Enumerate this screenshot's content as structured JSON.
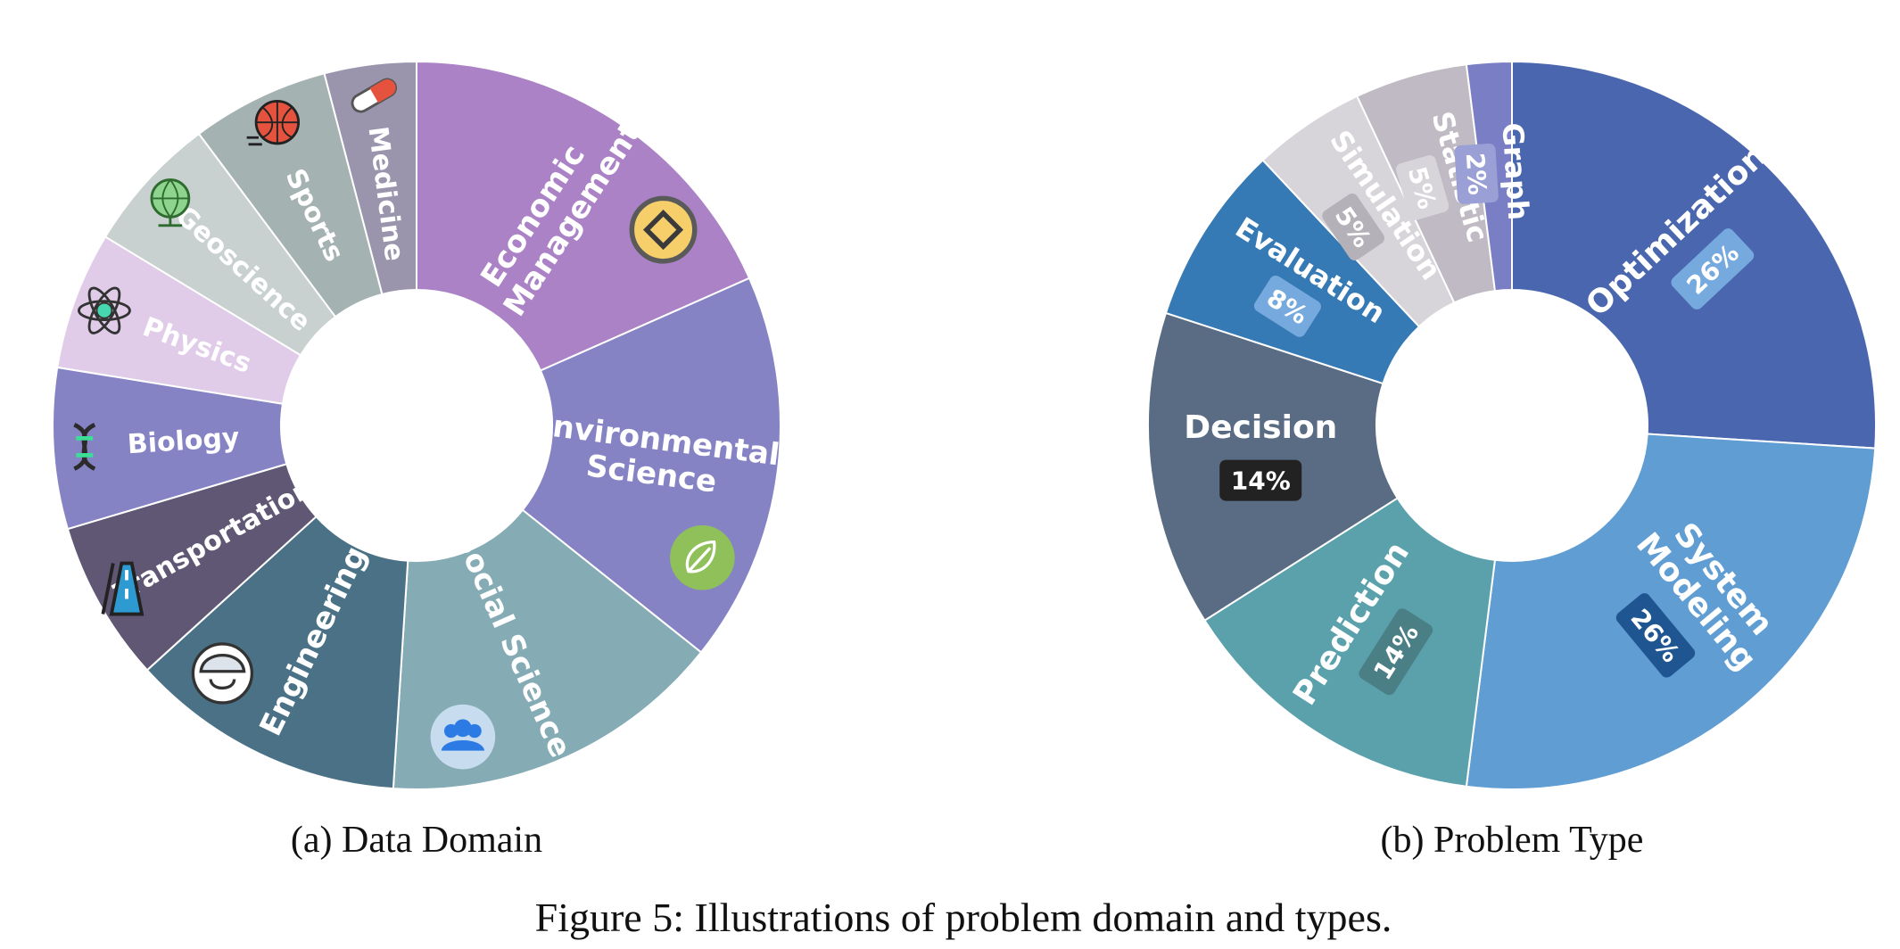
{
  "chart_data": [
    {
      "type": "pie",
      "variant": "donut",
      "caption": "(a) Data Domain",
      "slices": [
        {
          "label": "Economic\n& Management",
          "value": 18,
          "color": "#aa82c5",
          "icon": "coin-icon"
        },
        {
          "label": "Environmental\nScience",
          "value": 17,
          "color": "#8683c5",
          "icon": "leaf-icon"
        },
        {
          "label": "Social Science",
          "value": 15,
          "color": "#85abb5",
          "icon": "people-icon"
        },
        {
          "label": "Engineering",
          "value": 12,
          "color": "#4a7186",
          "icon": "engineer-helmet-icon"
        },
        {
          "label": "Transportation",
          "value": 7,
          "color": "#5f5774",
          "icon": "road-icon"
        },
        {
          "label": "Biology",
          "value": 7,
          "color": "#8683c5",
          "icon": "dna-icon"
        },
        {
          "label": "Physics",
          "value": 6,
          "color": "#e0cce8",
          "icon": "atom-icon"
        },
        {
          "label": "Geoscience",
          "value": 6,
          "color": "#c8d0d0",
          "icon": "globe-icon"
        },
        {
          "label": "Sports",
          "value": 6,
          "color": "#a5b2b2",
          "icon": "basketball-icon"
        },
        {
          "label": "Medicine",
          "value": 4,
          "color": "#9a95ad",
          "icon": "pill-icon"
        }
      ]
    },
    {
      "type": "pie",
      "variant": "donut",
      "caption": "(b) Problem Type",
      "slices": [
        {
          "label": "Optimization",
          "value": 26,
          "pct": "26%",
          "color": "#4a66ae",
          "badge": "#76a9dd"
        },
        {
          "label": "System\nModeling",
          "value": 26,
          "pct": "26%",
          "color": "#5f9dd3",
          "badge": "#1f5591"
        },
        {
          "label": "Prediction",
          "value": 14,
          "pct": "14%",
          "color": "#5aa1ab",
          "badge": "#4a7f86"
        },
        {
          "label": "Decision",
          "value": 14,
          "pct": "14%",
          "color": "#5a6b84",
          "badge": "#222222"
        },
        {
          "label": "Evaluation",
          "value": 8,
          "pct": "8%",
          "color": "#3579b5",
          "badge": "#76a9dd"
        },
        {
          "label": "Simulation",
          "value": 5,
          "pct": "5%",
          "color": "#d7d4da",
          "badge": "#b5b1b9"
        },
        {
          "label": "Statistic",
          "value": 5,
          "pct": "5%",
          "color": "#bfbac3",
          "badge": "#d7d4da"
        },
        {
          "label": "Graph",
          "value": 2,
          "pct": "2%",
          "color": "#7a7fc5",
          "badge": "#9a9fd5"
        }
      ]
    }
  ],
  "figure_caption": "Figure 5: Illustrations of problem domain and types."
}
